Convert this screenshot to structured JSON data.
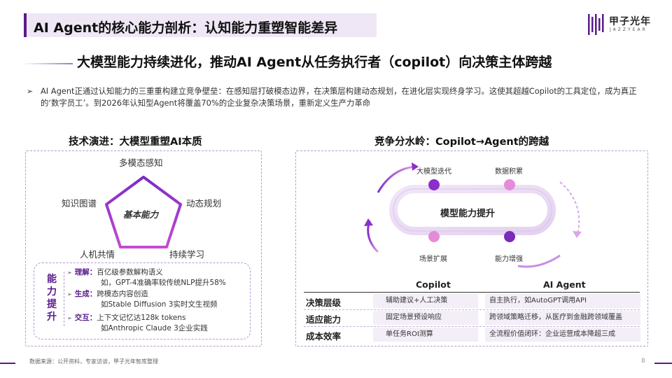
{
  "header": {
    "title": "AI Agent的核心能力剖析：认知能力重塑智能差异",
    "logo_text": "甲子光年",
    "logo_sub": "JAZZYEAR"
  },
  "subtitle": "大模型能力持续进化，推动AI Agent从任务执行者（copilot）向决策主体跨越",
  "intro": {
    "bullet": "➢",
    "text": "AI Agent正通过认知能力的三重重构建立竞争壁垒：在感知层打破模态边界，在决策层构建动态规划，在进化层实现终身学习。这使其超越Copilot的工具定位，成为真正的‘数字员工’。到2026年认知型Agent将覆盖70%的企业复杂决策场景，重新定义生产力革命"
  },
  "left": {
    "title": "技术演进：大模型重塑AI本质",
    "center": "基本能力",
    "vertices": [
      "多模态感知",
      "动态规划",
      "持续学习",
      "人机共情",
      "知识图谱"
    ],
    "capabilities_label": "能力提升",
    "capabilities": [
      {
        "key": "理解：",
        "line1": "百亿级参数解构语义",
        "line2": "如，GPT-4准确率较传统NLP提升58%"
      },
      {
        "key": "生成：",
        "line1": "跨模态内容创造",
        "line2": "如Stable Diffusion 3实时文生视频"
      },
      {
        "key": "交互：",
        "line1": "上下文记忆达128k tokens",
        "line2": "如Anthropic Claude 3企业实践"
      }
    ]
  },
  "right": {
    "title": "竞争分水岭：Copilot→Agent的跨越",
    "core": "模型能力提升",
    "nodes": [
      "大模型迭代",
      "数据积累",
      "场景扩展",
      "能力增强"
    ],
    "colors": {
      "purple": "#8a2fc9",
      "pink": "#e58bd8",
      "accent": "#5a1a8c"
    }
  },
  "table": {
    "headers": [
      "Copilot",
      "AI Agent"
    ],
    "rows": [
      {
        "label": "决策层级",
        "copilot": "辅助建议+人工决策",
        "agent": "自主执行，如AutoGPT调用API"
      },
      {
        "label": "适应能力",
        "copilot": "固定场景预设响应",
        "agent": "跨领域策略迁移，从医疗到金融跨领域覆盖"
      },
      {
        "label": "成本效率",
        "copilot": "单任务ROI测算",
        "agent": "全流程价值闭环：企业运营成本降超三成"
      }
    ]
  },
  "footer": {
    "source": "数据来源：公开资料，专家访谈，甲子光年智库整理",
    "page": "8"
  }
}
